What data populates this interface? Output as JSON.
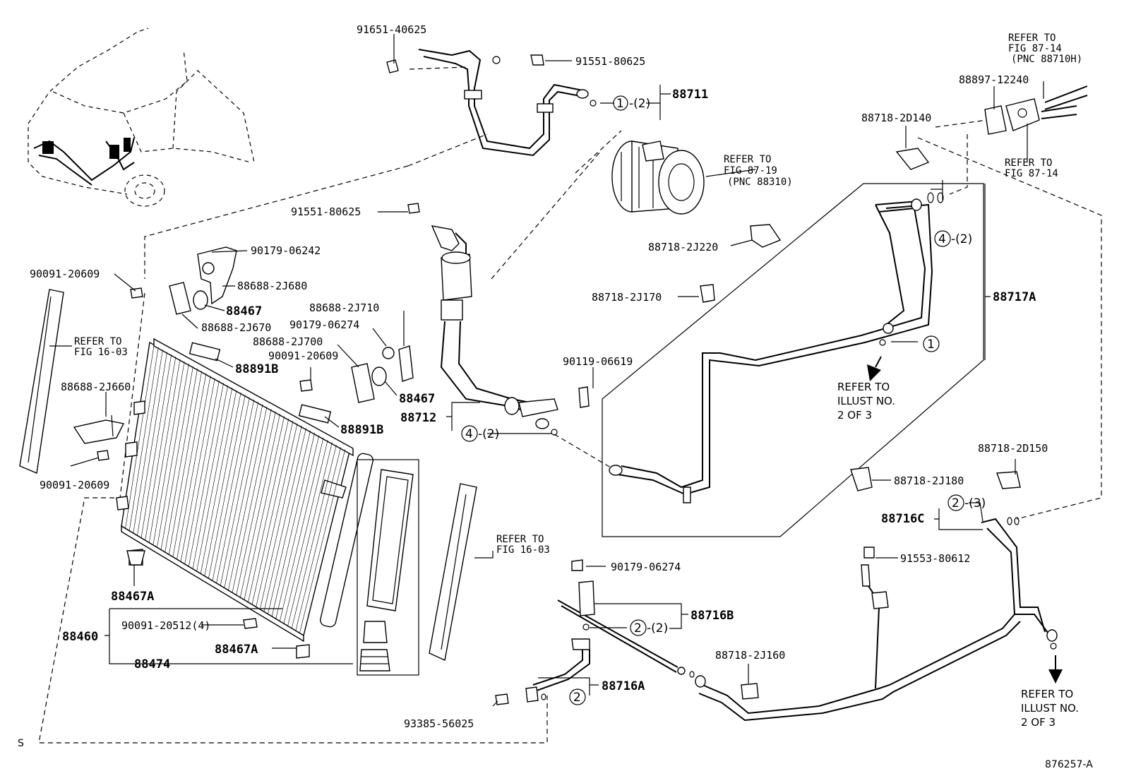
{
  "callouts": {
    "c_91651_40625": "91651-40625",
    "c_91551_80625_a": "91551-80625",
    "c_88711": "88711",
    "c_91551_80625_b": "91551-80625",
    "c_90179_06242": "90179-06242",
    "c_90091_20609_a": "90091-20609",
    "c_88688_2J680": "88688-2J680",
    "c_88467_a": "88467",
    "c_88688_2J670": "88688-2J670",
    "c_88688_2J710": "88688-2J710",
    "c_90179_06274_a": "90179-06274",
    "c_88688_2J700": "88688-2J700",
    "c_90091_20609_b": "90091-20609",
    "c_88891B_a": "88891B",
    "c_88467_b": "88467",
    "c_88688_2J660": "88688-2J660",
    "c_90091_20609_c": "90091-20609",
    "c_88891B_b": "88891B",
    "c_88712": "88712",
    "c_90119_06619": "90119-06619",
    "c_88467A_a": "88467A",
    "c_88460": "88460",
    "c_90091_20512": "90091-20512(4)",
    "c_88467A_b": "88467A",
    "c_88474": "88474",
    "c_90179_06274_b": "90179-06274",
    "c_88716B": "88716B",
    "c_88716A": "88716A",
    "c_93385_56025": "93385-56025",
    "c_88718_2J160": "88718-2J160",
    "c_91553_80612": "91553-80612",
    "c_88716C": "88716C",
    "c_88718_2J180": "88718-2J180",
    "c_88718_2D150": "88718-2D150",
    "c_88717A": "88717A",
    "c_88718_2J170": "88718-2J170",
    "c_88718_2J220": "88718-2J220",
    "c_88718_2D140": "88718-2D140",
    "c_88897_12240": "88897-12240"
  },
  "refs": {
    "fig_87_14_top_l1": "REFER TO",
    "fig_87_14_top_l2": "FIG 87-14",
    "fig_87_14_top_l3": "(PNC 88710H)",
    "fig_87_14_bot_l1": "REFER TO",
    "fig_87_14_bot_l2": "FIG 87-14",
    "fig_87_19_l1": "REFER TO",
    "fig_87_19_l2": "FIG 87-19",
    "fig_87_19_l3": "(PNC 88310)",
    "fig_16_03_a_l1": "REFER TO",
    "fig_16_03_a_l2": "FIG 16-03",
    "fig_16_03_b_l1": "REFER TO",
    "fig_16_03_b_l2": "FIG 16-03",
    "illust_a_l1": "REFER TO",
    "illust_a_l2": "ILLUST NO.",
    "illust_a_l3": "2 OF 3",
    "illust_b_l1": "REFER TO",
    "illust_b_l2": "ILLUST NO.",
    "illust_b_l3": "2 OF 3"
  },
  "oring_notes": {
    "n1_88711_num": "1",
    "n1_88711_qty": "-(2)",
    "n4_88717A_num": "4",
    "n4_88717A_qty": "-(2)",
    "n1_88717A_num": "1",
    "n4_88712_num": "4",
    "n4_88712_qty": "-(2)",
    "n2_88716C_num": "2",
    "n2_88716C_qty": "-(3)",
    "n2_88716B_num": "2",
    "n2_88716B_qty": "-(2)",
    "n2_88716A_num": "2"
  },
  "footer": {
    "corner_mark": "S",
    "illustration_id": "876257-A"
  }
}
